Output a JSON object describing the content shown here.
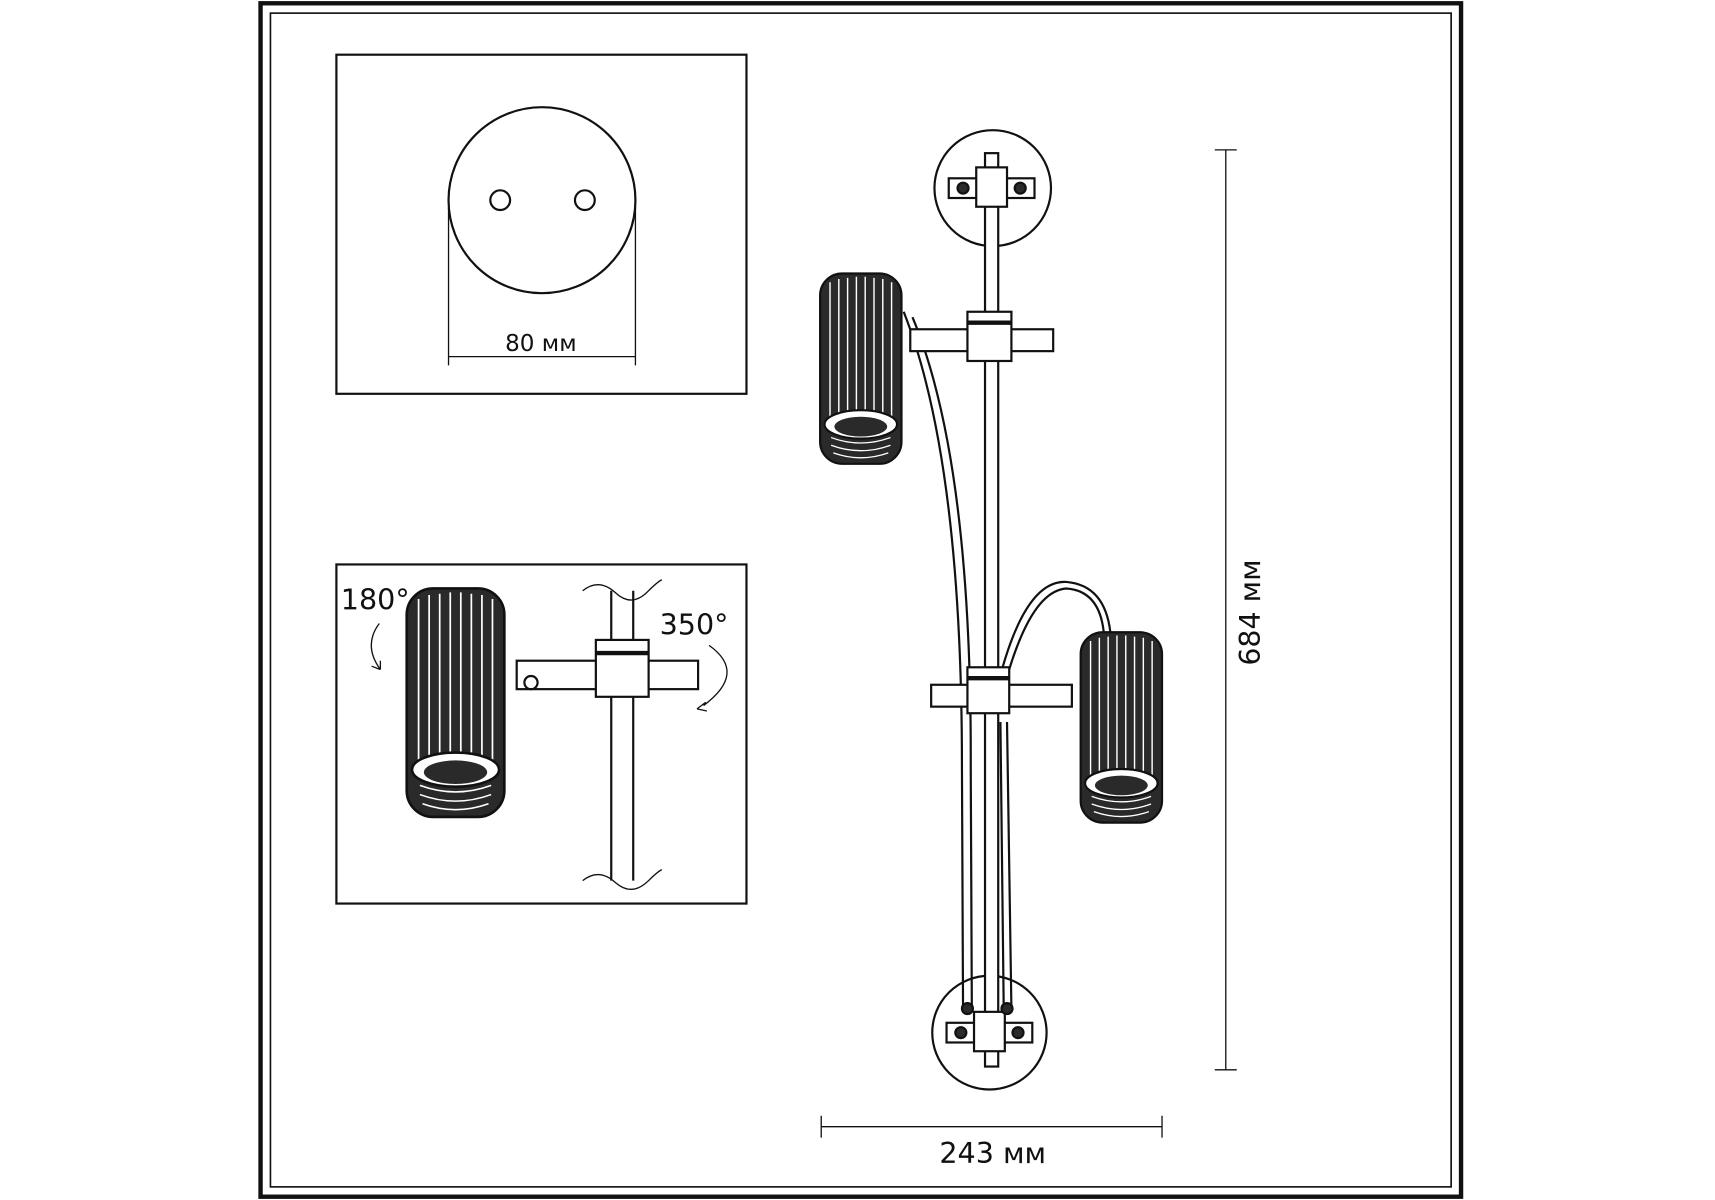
{
  "dimensions": {
    "base_diameter": "80 мм",
    "height": "684 мм",
    "width": "243 мм"
  },
  "rotation": {
    "shade_tilt": "180°",
    "arm_swivel": "350°"
  }
}
